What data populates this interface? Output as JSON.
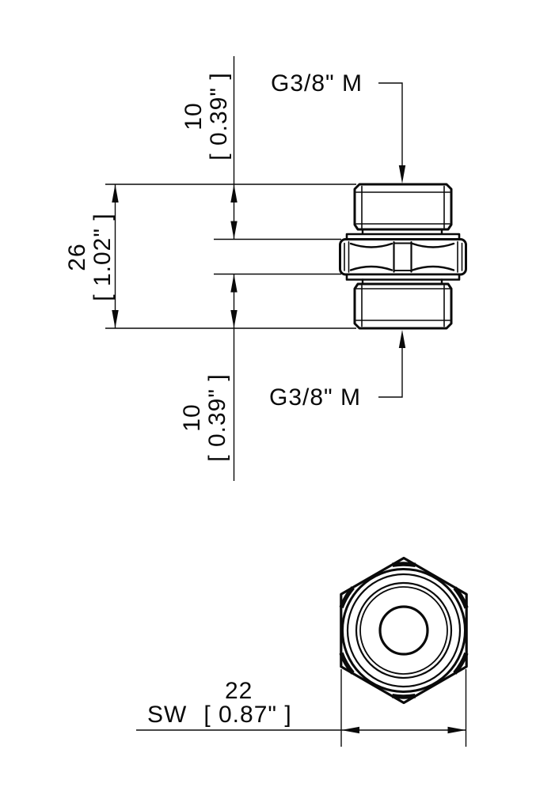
{
  "title": "Threaded adapter technical drawing",
  "colors": {
    "ink": "#0a0a0a",
    "background": "#ffffff"
  },
  "side_view": {
    "label_thread_top": "G3/8\" M",
    "label_thread_bottom": "G3/8\" M",
    "dim_thread_top_mm": "10",
    "dim_thread_top_inch": "[ 0.39\" ]",
    "dim_overall_mm": "26",
    "dim_overall_inch": "[ 1.02\" ]",
    "dim_thread_bottom_mm": "10",
    "dim_thread_bottom_inch": "[ 0.39\" ]"
  },
  "end_view": {
    "dim_sw_label": "SW",
    "dim_sw_mm": "22",
    "dim_sw_inch": "[ 0.87\" ]"
  }
}
